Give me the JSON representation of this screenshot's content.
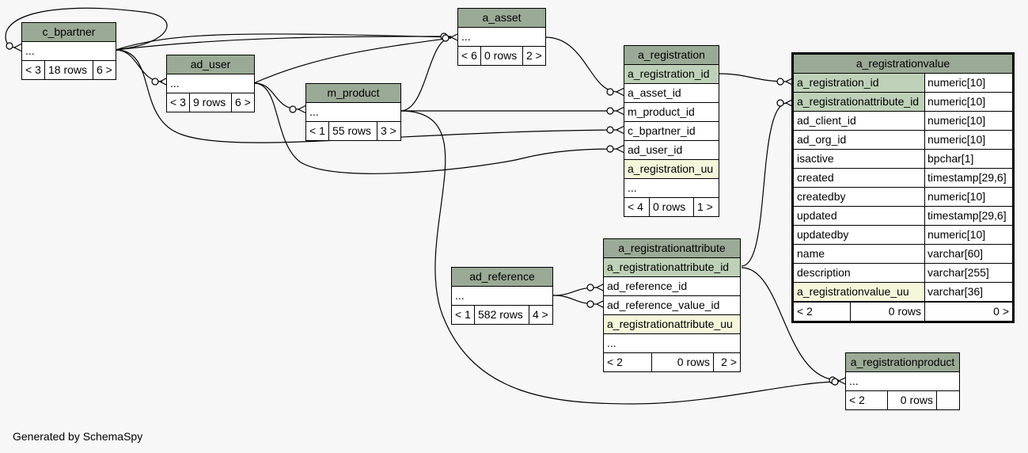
{
  "footer": "Generated by SchemaSpy",
  "tables": {
    "c_bpartner": {
      "name": "c_bpartner",
      "rows": [
        "..."
      ],
      "foot": [
        "< 3",
        "18 rows",
        "6 >"
      ]
    },
    "ad_user": {
      "name": "ad_user",
      "rows": [
        "..."
      ],
      "foot": [
        "< 3",
        "9 rows",
        "6 >"
      ]
    },
    "a_asset": {
      "name": "a_asset",
      "rows": [
        "..."
      ],
      "foot": [
        "< 6",
        "0 rows",
        "2 >"
      ]
    },
    "m_product": {
      "name": "m_product",
      "rows": [
        "..."
      ],
      "foot": [
        "< 1",
        "55 rows",
        "3 >"
      ]
    },
    "a_registration": {
      "name": "a_registration",
      "rows": [
        "a_registration_id",
        "a_asset_id",
        "m_product_id",
        "c_bpartner_id",
        "ad_user_id",
        "a_registration_uu",
        "..."
      ],
      "foot": [
        "< 4",
        "0 rows",
        "1 >"
      ]
    },
    "ad_reference": {
      "name": "ad_reference",
      "rows": [
        "..."
      ],
      "foot": [
        "< 1",
        "582 rows",
        "4 >"
      ]
    },
    "a_registrationattribute": {
      "name": "a_registrationattribute",
      "rows": [
        "a_registrationattribute_id",
        "ad_reference_id",
        "ad_reference_value_id",
        "a_registrationattribute_uu",
        "..."
      ],
      "foot": [
        "< 2",
        "0 rows",
        "2 >"
      ]
    },
    "a_registrationproduct": {
      "name": "a_registrationproduct",
      "rows": [
        "..."
      ],
      "foot": [
        "< 2",
        "0 rows",
        ""
      ]
    },
    "a_registrationvalue": {
      "name": "a_registrationvalue",
      "columns": [
        {
          "name": "a_registration_id",
          "type": "numeric[10]"
        },
        {
          "name": "a_registrationattribute_id",
          "type": "numeric[10]"
        },
        {
          "name": "ad_client_id",
          "type": "numeric[10]"
        },
        {
          "name": "ad_org_id",
          "type": "numeric[10]"
        },
        {
          "name": "isactive",
          "type": "bpchar[1]"
        },
        {
          "name": "created",
          "type": "timestamp[29,6]"
        },
        {
          "name": "createdby",
          "type": "numeric[10]"
        },
        {
          "name": "updated",
          "type": "timestamp[29,6]"
        },
        {
          "name": "updatedby",
          "type": "numeric[10]"
        },
        {
          "name": "name",
          "type": "varchar[60]"
        },
        {
          "name": "description",
          "type": "varchar[255]"
        },
        {
          "name": "a_registrationvalue_uu",
          "type": "varchar[36]"
        }
      ],
      "foot": [
        "< 2",
        "0 rows",
        "0 >"
      ]
    }
  }
}
